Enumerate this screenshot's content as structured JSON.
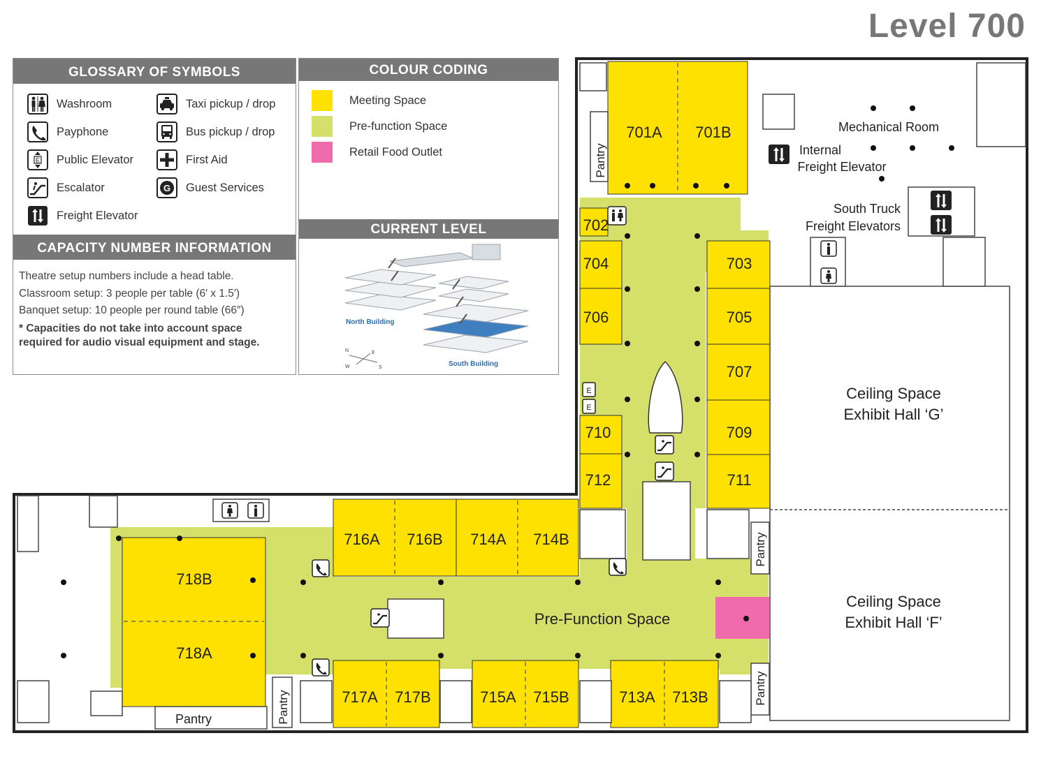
{
  "title": "Level 700",
  "glossary": {
    "heading": "GLOSSARY OF SYMBOLS",
    "items": [
      {
        "label": "Washroom",
        "icon": "washroom-icon"
      },
      {
        "label": "Taxi pickup / drop",
        "icon": "taxi-icon"
      },
      {
        "label": "Payphone",
        "icon": "payphone-icon"
      },
      {
        "label": "Bus pickup / drop",
        "icon": "bus-icon"
      },
      {
        "label": "Public Elevator",
        "icon": "elevator-icon"
      },
      {
        "label": "First Aid",
        "icon": "first-aid-icon"
      },
      {
        "label": "Escalator",
        "icon": "escalator-icon"
      },
      {
        "label": "Guest Services",
        "icon": "guest-services-icon"
      },
      {
        "label": "Freight Elevator",
        "icon": "freight-elevator-icon"
      }
    ]
  },
  "capacity": {
    "heading": "CAPACITY NUMBER INFORMATION",
    "lines": [
      "Theatre setup numbers include a head table.",
      "Classroom setup: 3 people per table (6′ x 1.5′)",
      "Banquet setup: 10 people per round table (66″)"
    ],
    "note": "* Capacities do not take into account space required for audio visual equipment and stage."
  },
  "colour_coding": {
    "heading": "COLOUR CODING",
    "items": [
      {
        "label": "Meeting Space",
        "color": "#ffe100"
      },
      {
        "label": "Pre-function Space",
        "color": "#d5e06a"
      },
      {
        "label": "Retail Food Outlet",
        "color": "#f06bab"
      }
    ]
  },
  "current_level": {
    "heading": "CURRENT LEVEL",
    "north": "North Building",
    "south": "South Building",
    "compass": [
      "N",
      "E",
      "W",
      "S"
    ]
  },
  "map": {
    "rooms": [
      "701A",
      "701B",
      "702",
      "703",
      "704",
      "705",
      "706",
      "707",
      "709",
      "710",
      "711",
      "712",
      "714A",
      "714B",
      "716A",
      "716B",
      "718A",
      "718B",
      "717A",
      "717B",
      "715A",
      "715B",
      "713A",
      "713B"
    ],
    "pantry": "Pantry",
    "prefunction": "Pre-Function Space",
    "mechanical": "Mechanical Room",
    "internal_freight": [
      "Internal",
      "Freight Elevator"
    ],
    "south_truck": [
      "South Truck",
      "Freight Elevators"
    ],
    "hall_g": [
      "Ceiling Space",
      "Exhibit Hall ‘G’"
    ],
    "hall_f": [
      "Ceiling Space",
      "Exhibit Hall ‘F’"
    ]
  }
}
